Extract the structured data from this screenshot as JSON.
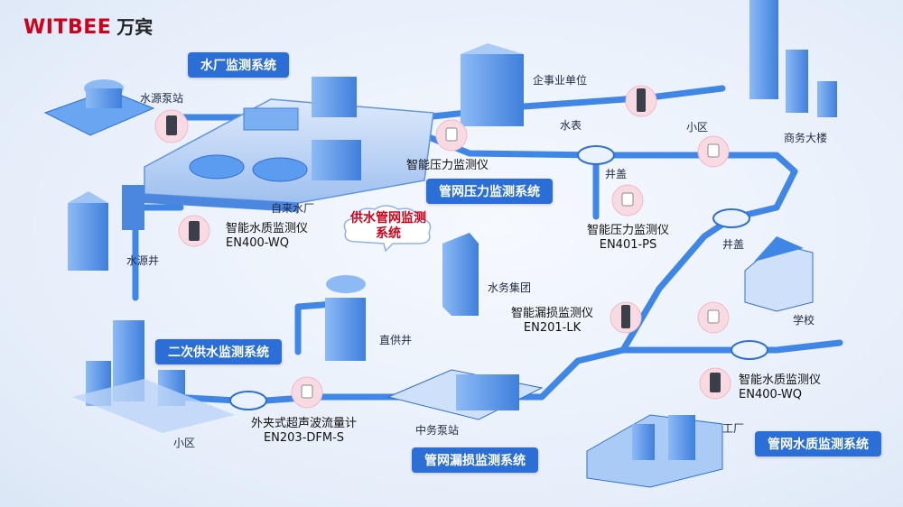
{
  "logo": {
    "brand": "WITBEE",
    "cn": "万宾"
  },
  "banners": {
    "water_plant": "水厂监测系统",
    "pipe_pressure": "管网压力监测系统",
    "secondary_supply": "二次供水监测系统",
    "pipe_leak": "管网漏损监测系统",
    "pipe_quality": "管网水质监测系统"
  },
  "cloud": {
    "line1": "供水管网监测",
    "line2": "系统"
  },
  "places": {
    "source_pump": "水源泵站",
    "water_plant": "自来水厂",
    "source_well": "水源井",
    "enterprise": "企事业单位",
    "water_meter": "水表",
    "community_top": "小区",
    "business": "商务大楼",
    "manhole1": "井盖",
    "manhole2": "井盖",
    "water_group": "水务集团",
    "school": "学校",
    "direct_well": "直供井",
    "community_bottom": "小区",
    "mid_pump": "中务泵站",
    "factory": "工厂"
  },
  "devices": {
    "pressure_top": {
      "name": "智能压力监测仪"
    },
    "quality_left": {
      "name": "智能水质监测仪",
      "model": "EN400-WQ"
    },
    "pressure_right": {
      "name": "智能压力监测仪",
      "model": "EN401-PS"
    },
    "leak": {
      "name": "智能漏损监测仪",
      "model": "EN201-LK"
    },
    "quality_right": {
      "name": "智能水质监测仪",
      "model": "EN400-WQ"
    },
    "flowmeter": {
      "name": "外夹式超声波流量计",
      "model": "EN203-DFM-S"
    }
  },
  "colors": {
    "pipe": "#3f86e6",
    "banner": "#2b6fd6",
    "brand": "#d0021b",
    "building": "#5b9bf0"
  }
}
